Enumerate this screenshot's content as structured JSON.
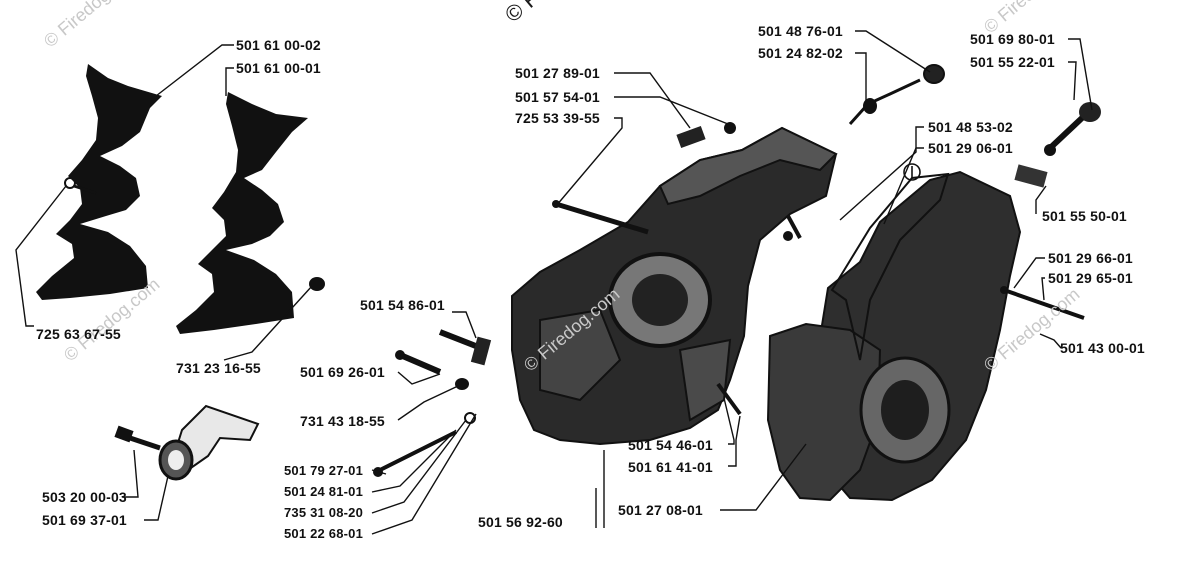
{
  "watermark": {
    "main": "© Firedog.com",
    "faint": "© Firedog.com"
  },
  "colors": {
    "ink": "#111111",
    "paper": "#ffffff",
    "watermark": "#c8c8c8"
  },
  "part_numbers": {
    "p_501_61_00_02": "501 61 00-02",
    "p_501_61_00_01": "501 61 00-01",
    "p_725_63_67_55": "725 63 67-55",
    "p_731_23_16_55": "731 23 16-55",
    "p_501_27_89_01": "501 27 89-01",
    "p_501_57_54_01": "501 57 54-01",
    "p_725_53_39_55": "725 53 39-55",
    "p_501_48_76_01": "501 48 76-01",
    "p_501_24_82_02": "501 24 82-02",
    "p_501_69_80_01": "501 69 80-01",
    "p_501_55_22_01": "501 55 22-01",
    "p_501_48_53_02": "501 48 53-02",
    "p_501_29_06_01": "501 29 06-01",
    "p_501_55_50_01": "501 55 50-01",
    "p_501_29_66_01": "501 29 66-01",
    "p_501_29_65_01": "501 29 65-01",
    "p_501_43_00_01": "501 43 00-01",
    "p_501_54_86_01": "501 54 86-01",
    "p_501_69_26_01": "501 69 26-01",
    "p_731_43_18_55": "731 43 18-55",
    "p_501_54_46_01": "501 54 46-01",
    "p_501_61_41_01": "501 61 41-01",
    "p_501_79_27_01": "501 79 27-01",
    "p_501_24_81_01": "501 24 81-01",
    "p_735_31_08_20": "735 31 08-20",
    "p_501_22_68_01": "501 22 68-01",
    "p_503_20_00_03": "503 20 00-03",
    "p_501_69_37_01": "501 69 37-01",
    "p_501_56_92_60": "501 56 92-60",
    "p_501_27_08_01": "501 27 08-01"
  }
}
